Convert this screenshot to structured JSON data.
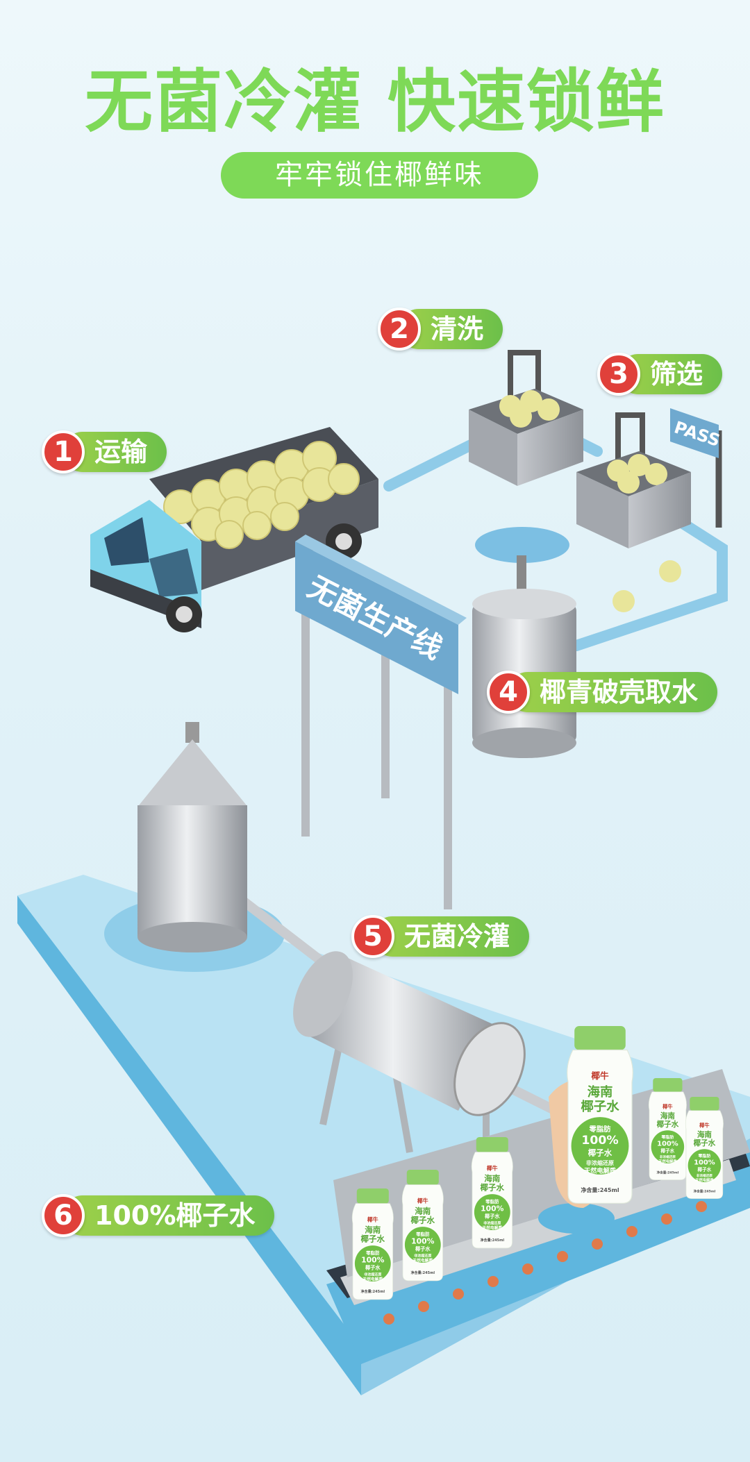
{
  "header": {
    "title": "无菌冷灌 快速锁鲜",
    "subtitle": "牢牢锁住椰鲜味"
  },
  "steps": [
    {
      "number": "1",
      "label": "运输"
    },
    {
      "number": "2",
      "label": "清洗"
    },
    {
      "number": "3",
      "label": "筛选"
    },
    {
      "number": "4",
      "label": "椰青破壳取水"
    },
    {
      "number": "5",
      "label": "无菌冷灌"
    },
    {
      "number": "6",
      "label": "100%椰子水"
    }
  ],
  "signs": {
    "production_line": "无菌生产线",
    "pass": "PASS"
  },
  "bottle": {
    "brand": "椰牛",
    "name_line1": "海南",
    "name_line2": "椰子水",
    "claim1": "零脂肪",
    "claim2": "100%",
    "claim3": "椰子水",
    "claim4": "非浓缩还原",
    "claim5": "天然电解质",
    "volume": "净含量:245ml"
  },
  "colors": {
    "accent_green": "#7ed957",
    "step_red": "#e0403a",
    "platform_blue": "#a9d8ee"
  }
}
